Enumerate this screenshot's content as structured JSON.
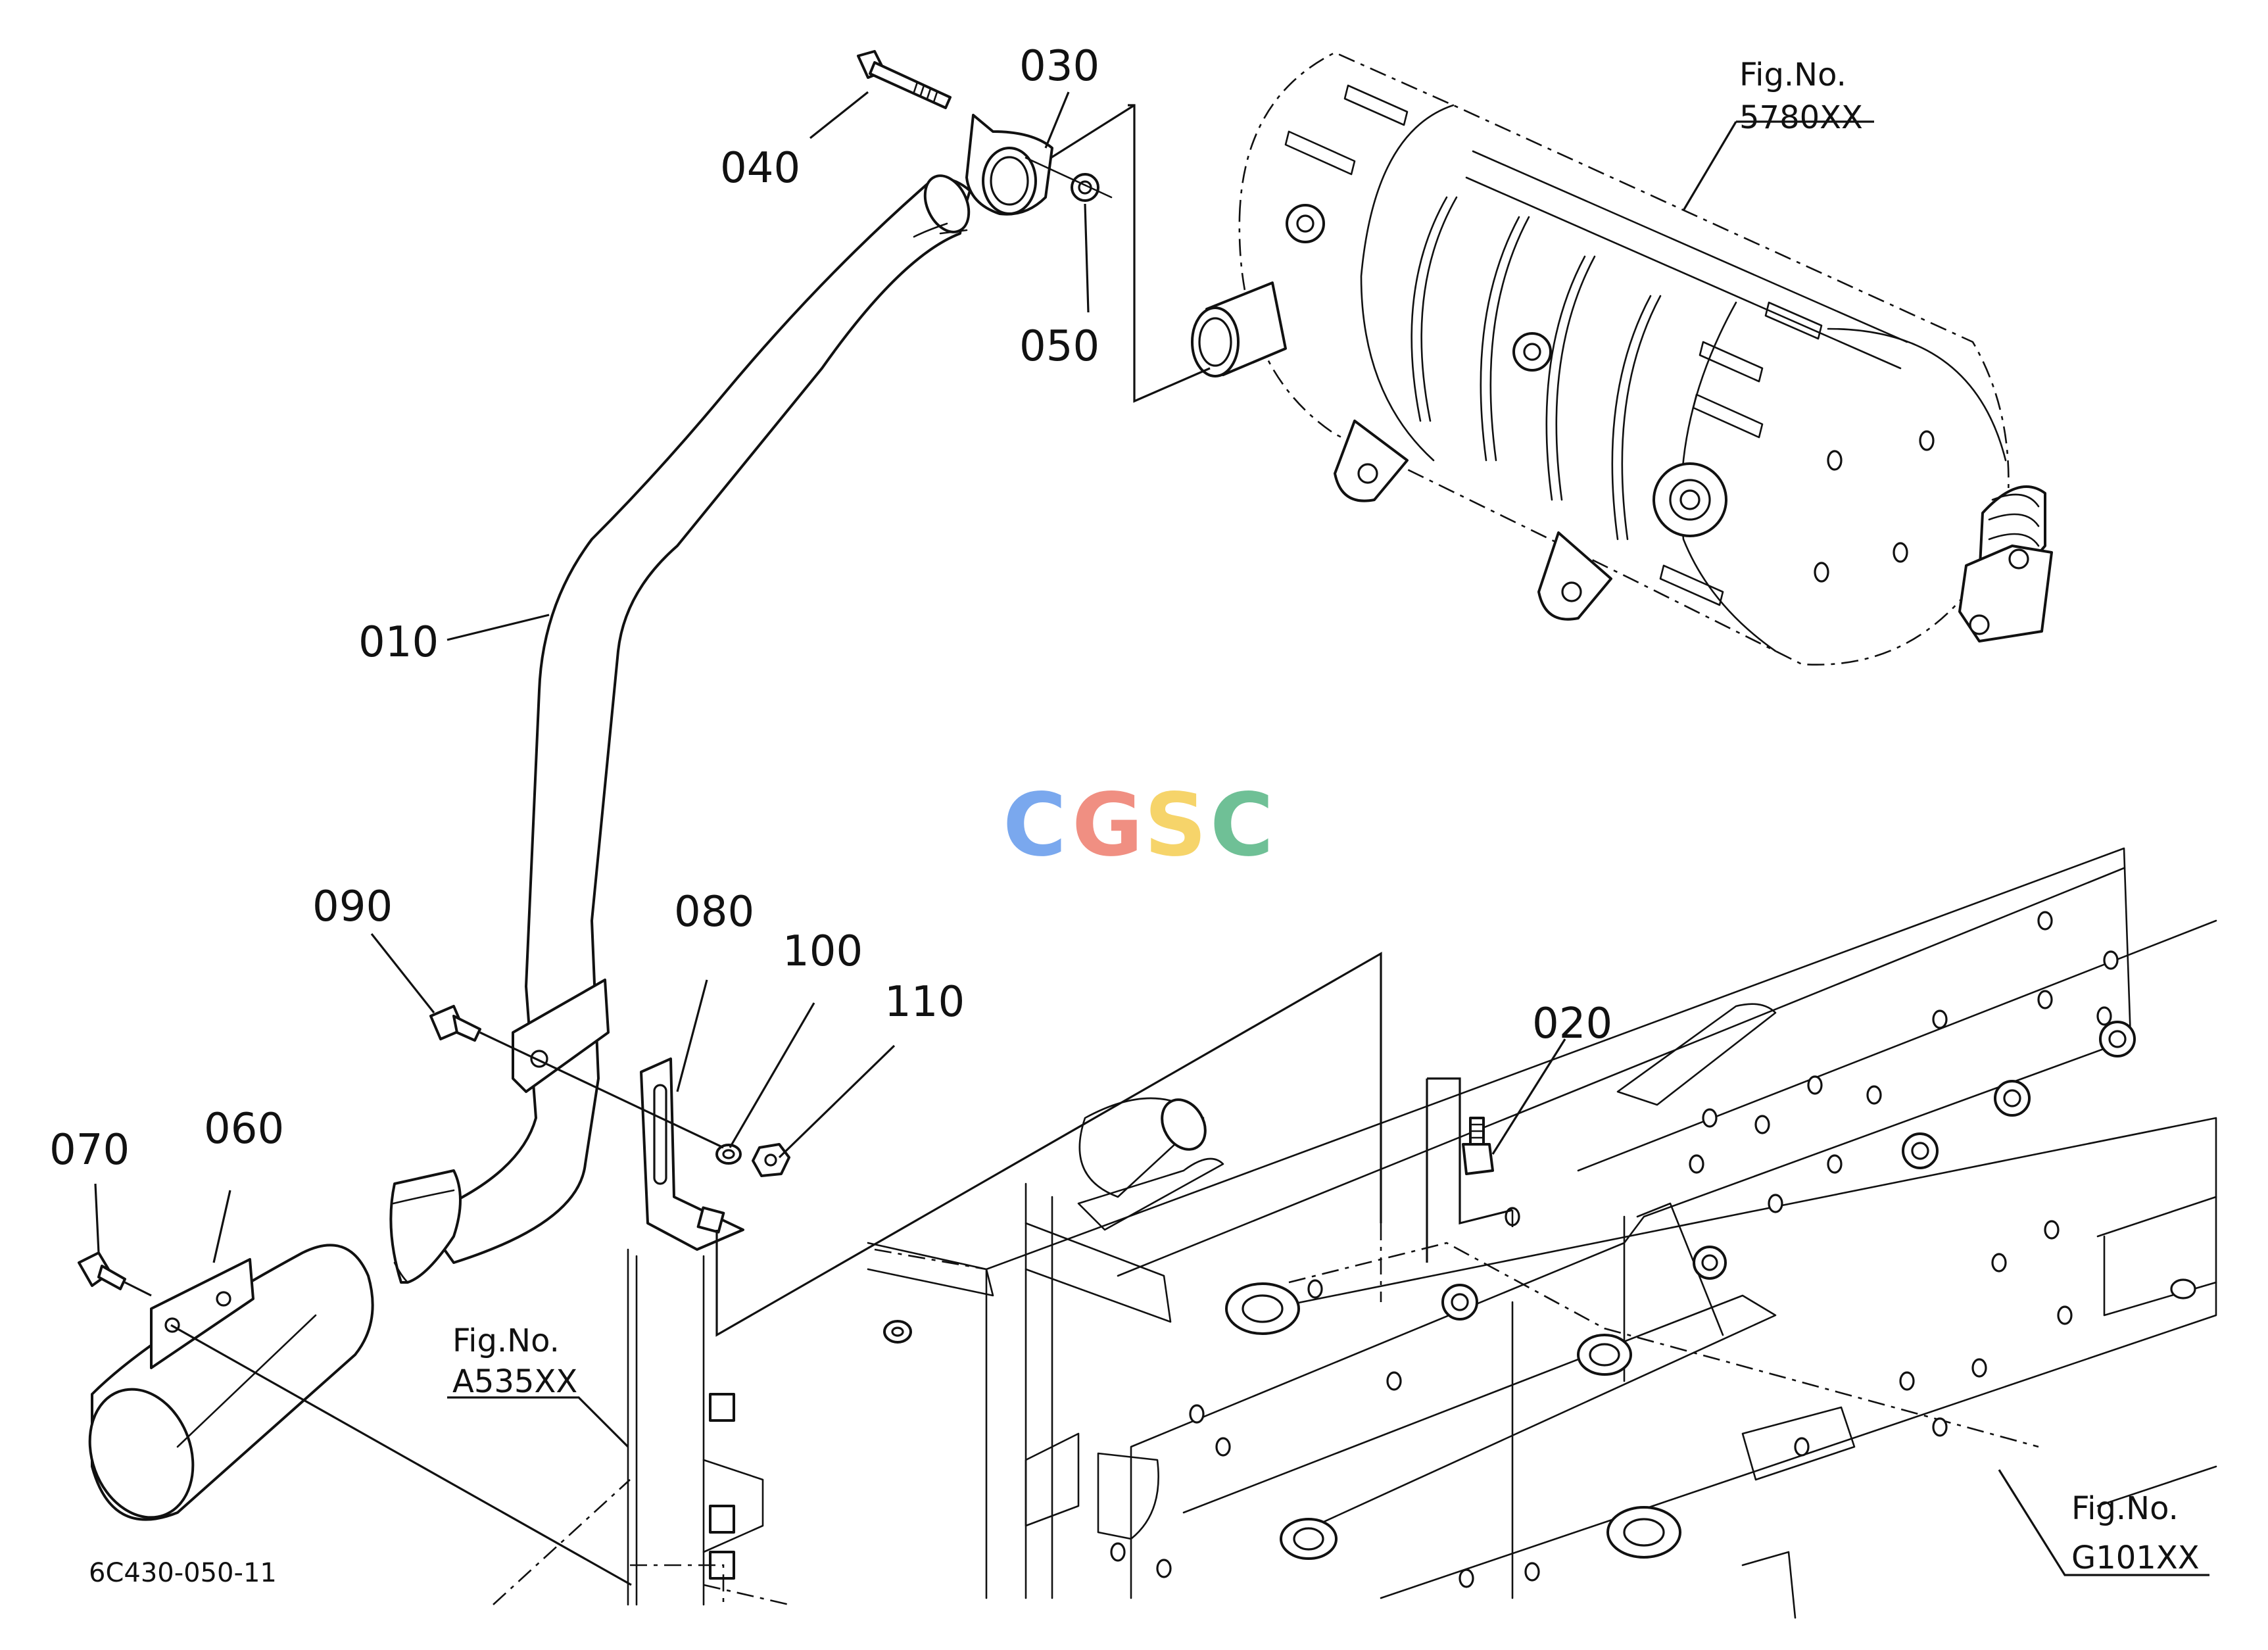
{
  "callouts": [
    {
      "id": "c010",
      "text": "010"
    },
    {
      "id": "c020",
      "text": "020"
    },
    {
      "id": "c030",
      "text": "030"
    },
    {
      "id": "c040",
      "text": "040"
    },
    {
      "id": "c050",
      "text": "050"
    },
    {
      "id": "c060",
      "text": "060"
    },
    {
      "id": "c070",
      "text": "070"
    },
    {
      "id": "c080",
      "text": "080"
    },
    {
      "id": "c090",
      "text": "090"
    },
    {
      "id": "c100",
      "text": "100"
    },
    {
      "id": "c110",
      "text": "110"
    }
  ],
  "figure_refs": [
    {
      "label": "Fig.No.",
      "number": "5780XX"
    },
    {
      "label": "Fig.No.",
      "number": "A535XX"
    },
    {
      "label": "Fig.No.",
      "number": "G101XX"
    }
  ],
  "drawing_code": "6C430-050-11",
  "watermark": {
    "letters": [
      "C",
      "G",
      "S",
      "C"
    ],
    "colors": [
      "#7aa8ee",
      "#f08f82",
      "#f6d46a",
      "#6fc096"
    ]
  },
  "line_color": "#111111"
}
